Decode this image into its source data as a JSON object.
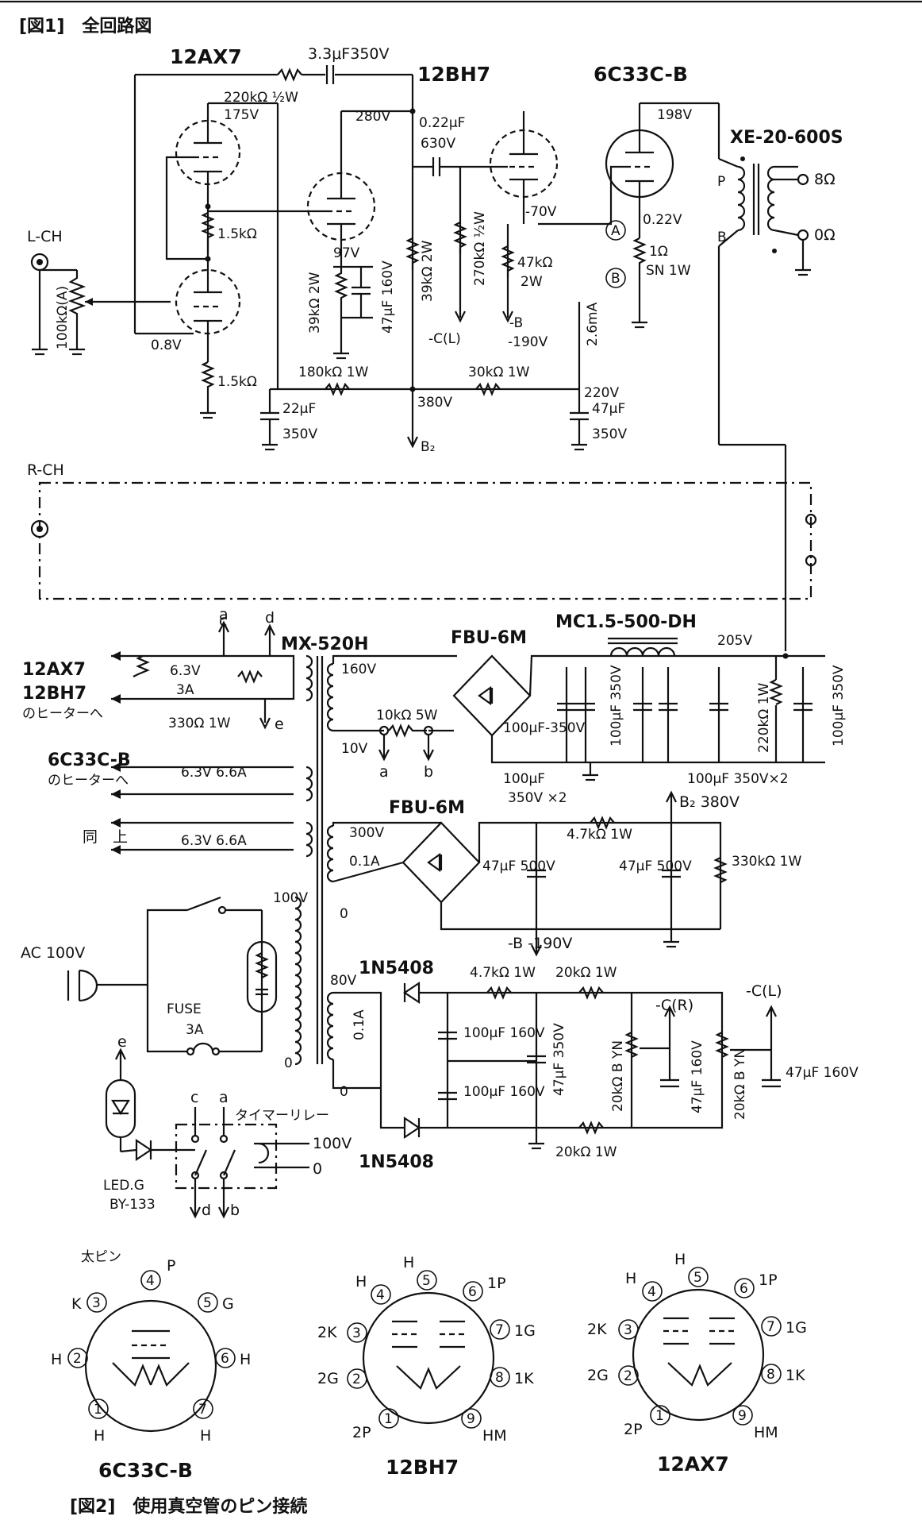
{
  "fig1": {
    "title": "[図1]　全回路図",
    "tubes": {
      "v1": "12AX7",
      "v2": "12BH7",
      "v3": "6C33C-B"
    },
    "inputs": {
      "lch": "L-CH",
      "rch": "R-CH",
      "vol": "100kΩ(A)"
    },
    "values": {
      "c33": "3.3μF350V",
      "r220k": "220kΩ ½W",
      "v175": "175V",
      "v280": "280V",
      "c022": "0.22μF",
      "v630": "630V",
      "v198": "198V",
      "ot": "XE-20-600S",
      "r15k_a": "1.5kΩ",
      "r15k_b": "1.5kΩ",
      "v08": "0.8V",
      "v97": "97V",
      "r39k_a": "39kΩ 2W",
      "c47_160": "47μF 160V",
      "r39k_b": "39kΩ 2W",
      "r270k": "270kΩ ½W",
      "vm70": "-70V",
      "r47k": "47kΩ",
      "w2": "2W",
      "v022": "0.22V",
      "r1": "1Ω",
      "sn": "SN 1W",
      "i26": "2.6mA",
      "cl": "-C(L)",
      "mb": "-B",
      "m190": "-190V",
      "r180k": "180kΩ 1W",
      "r30k": "30kΩ 1W",
      "v220": "220V",
      "v380": "380V",
      "c22": "22μF",
      "v350a": "350V",
      "c47b": "47μF",
      "v350b": "350V",
      "b2": "B₂",
      "pA": "A",
      "pB": "B",
      "P": "P",
      "B": "B",
      "o8": "8Ω",
      "o0": "0Ω"
    },
    "power": {
      "pt": "MX-520H",
      "fbu1": "FBU-6M",
      "fbu2": "FBU-6M",
      "choke": "MC1.5-500-DH",
      "h1": "12AX7",
      "h2": "12BH7",
      "h3": "のヒーターへ",
      "h4": "6C33C-B",
      "h5": "のヒーターへ",
      "same": "同　上",
      "v63a": "6.3V",
      "a3": "3A",
      "r330": "330Ω 1W",
      "v63_66a": "6.3V 6.6A",
      "v63_66b": "6.3V 6.6A",
      "v160": "160V",
      "v10": "10V",
      "r10k": "10kΩ 5W",
      "c100_350": "100μF-350V",
      "c100x2": "100μF",
      "v350x2": "350V ×2",
      "c100_350v": "100μF 350V",
      "c100_350x2": "100μF 350V×2",
      "v205": "205V",
      "r220k1w": "220kΩ 1W",
      "c100_350c": "100μF 350V",
      "v300": "300V",
      "a01": "0.1A",
      "z0a": "0",
      "r47k1w": "4.7kΩ 1W",
      "c47_500a": "47μF 500V",
      "c47_500b": "47μF 500V",
      "r330k": "330kΩ 1W",
      "b2_380": "B₂ 380V",
      "mb190": "-B -190V",
      "v80": "80V",
      "a01b": "0.1A",
      "z0b": "0",
      "d1": "1N5408",
      "d2": "1N5408",
      "r47k_1w": "4.7kΩ 1W",
      "r20k_a": "20kΩ 1W",
      "r20k_b": "20kΩ 1W",
      "c100_160a": "100μF 160V",
      "c100_160b": "100μF 160V",
      "c47_350": "47μF 350V",
      "pot20a": "20kΩ B YN",
      "pot20b": "20kΩ B YN",
      "c47_160b": "47μF 160V",
      "c47_160c": "47μF 160V",
      "cr": "-C(R)",
      "cl2": "-C(L)",
      "ac": "AC 100V",
      "fuse": "FUSE",
      "fuse_a": "3A",
      "v100": "100V",
      "z0c": "0",
      "timer": "タイマーリレー",
      "t100": "100V",
      "t0": "0",
      "led": "LED.G",
      "by": "BY-133",
      "la": "a",
      "lb": "b",
      "lc": "c",
      "ld": "d",
      "le": "e"
    }
  },
  "fig2": {
    "title": "[図2]　使用真空管のピン接続",
    "tubes": [
      {
        "name": "6C33C-B",
        "note": "太ピン",
        "pins": [
          "P",
          "4",
          "K",
          "3",
          "5",
          "G",
          "H",
          "2",
          "6",
          "H",
          "1",
          "7",
          "H",
          "H"
        ]
      },
      {
        "name": "12BH7",
        "pins": [
          "H",
          "5",
          "1P",
          "4",
          "6",
          "H",
          "2K",
          "3",
          "7",
          "1G",
          "2G",
          "2",
          "8",
          "1K",
          "2P",
          "1",
          "9",
          "HM"
        ]
      },
      {
        "name": "12AX7",
        "pins": [
          "H",
          "5",
          "1P",
          "4",
          "6",
          "H",
          "2K",
          "3",
          "7",
          "1G",
          "2G",
          "2",
          "8",
          "1K",
          "2P",
          "1",
          "9",
          "HM"
        ]
      }
    ]
  }
}
